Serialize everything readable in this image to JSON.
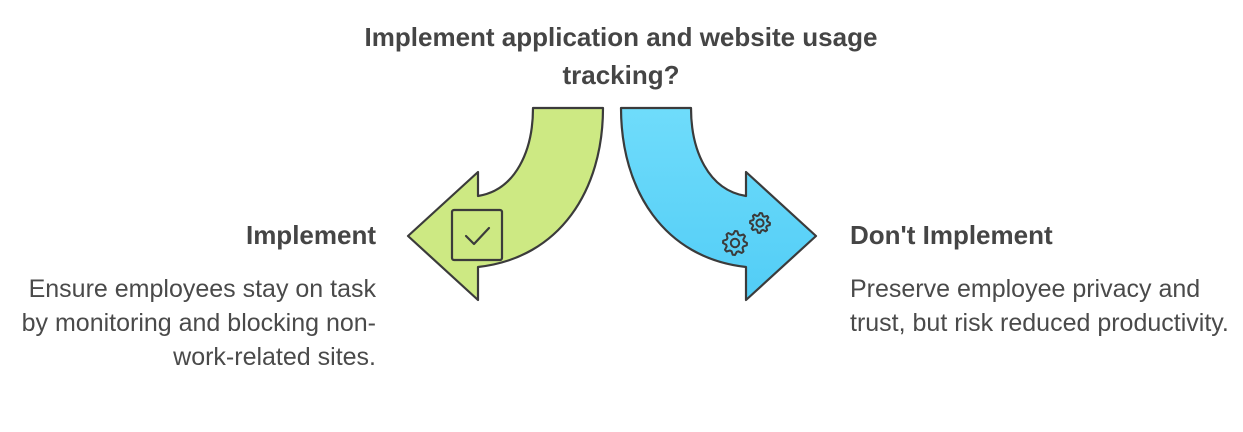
{
  "question": {
    "text": "Implement application and website usage tracking?"
  },
  "options": [
    {
      "title": "Implement",
      "description": "Ensure employees stay on task by monitoring and blocking non-work-related sites.",
      "color": "#cfe88a",
      "icon": "checkbox-icon"
    },
    {
      "title": "Don't Implement",
      "description": "Preserve employee privacy and trust, but risk reduced productivity.",
      "color": "#66d6f8",
      "icon": "gears-icon"
    }
  ]
}
